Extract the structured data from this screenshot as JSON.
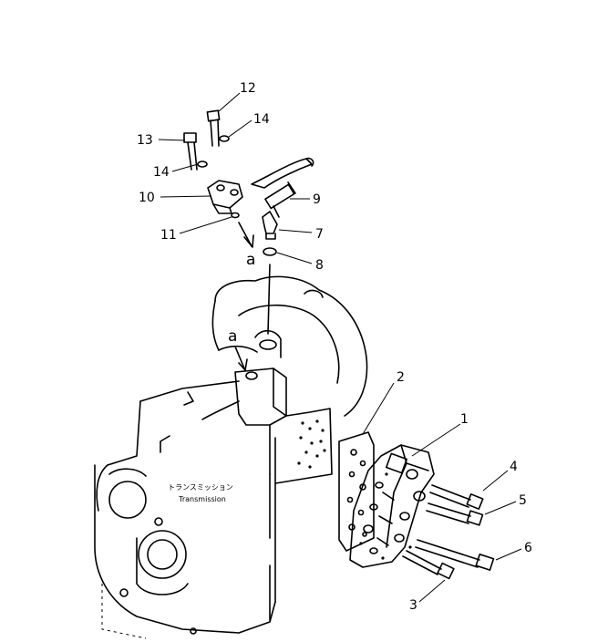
{
  "callouts": [
    "1",
    "2",
    "3",
    "4",
    "5",
    "6",
    "7",
    "8",
    "9",
    "10",
    "11",
    "12",
    "13",
    "14",
    "14"
  ],
  "ref_mark": "a",
  "transmission_label_jp": "トランスミッション",
  "transmission_label_en": "Transmission"
}
